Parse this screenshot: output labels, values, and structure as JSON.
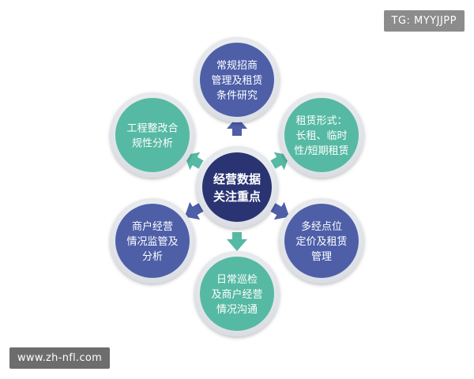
{
  "watermark": "TG: MYYJJPP",
  "site_label": "www.zh-nfl.com",
  "center": {
    "lines": [
      "经营数据",
      "关注重点"
    ]
  },
  "nodes": [
    {
      "name": "node-top",
      "color": "#4e5fa8",
      "lines": [
        "常规招商",
        "管理及租赁",
        "条件研究"
      ]
    },
    {
      "name": "node-upper-right",
      "color": "#56b9a3",
      "lines": [
        "租赁形式：",
        "长租、临时",
        "性/短期租赁"
      ]
    },
    {
      "name": "node-lower-right",
      "color": "#4e5fa8",
      "lines": [
        "多经点位",
        "定价及租赁",
        "管理"
      ]
    },
    {
      "name": "node-bottom",
      "color": "#56b9a3",
      "lines": [
        "日常巡检",
        "及商户经营",
        "情况沟通"
      ]
    },
    {
      "name": "node-lower-left",
      "color": "#4e5fa8",
      "lines": [
        "商户经营",
        "情况监管及",
        "分析"
      ]
    },
    {
      "name": "node-upper-left",
      "color": "#56b9a3",
      "lines": [
        "工程整改合",
        "规性分析"
      ]
    }
  ],
  "center_color": "#2b3472",
  "arrow_teal": "#56b9a3",
  "arrow_blue": "#4e5fa8"
}
